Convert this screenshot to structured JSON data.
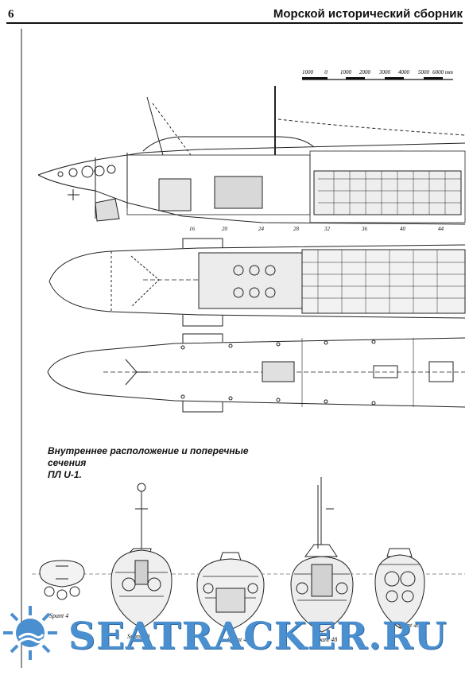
{
  "header": {
    "page_number": "6",
    "journal_title": "Морской исторический сборник"
  },
  "scale": {
    "ticks": [
      "1000",
      "0",
      "1000",
      "2000",
      "3000",
      "4000",
      "5000",
      "6000 mm"
    ]
  },
  "frame_numbers": [
    "16",
    "20",
    "24",
    "28",
    "32",
    "36",
    "40",
    "44"
  ],
  "caption": {
    "line1": "Внутреннее расположение и поперечные сечения",
    "line2": "ПЛ U-1."
  },
  "sections": [
    {
      "label": "Spant 4"
    },
    {
      "label": "Spant 28"
    },
    {
      "label": "Spant 44"
    },
    {
      "label": "Spant 48"
    },
    {
      "label": "Spant 40"
    }
  ],
  "watermark": {
    "text": "SEATRACKER.RU",
    "color": "#4a8fcf"
  }
}
